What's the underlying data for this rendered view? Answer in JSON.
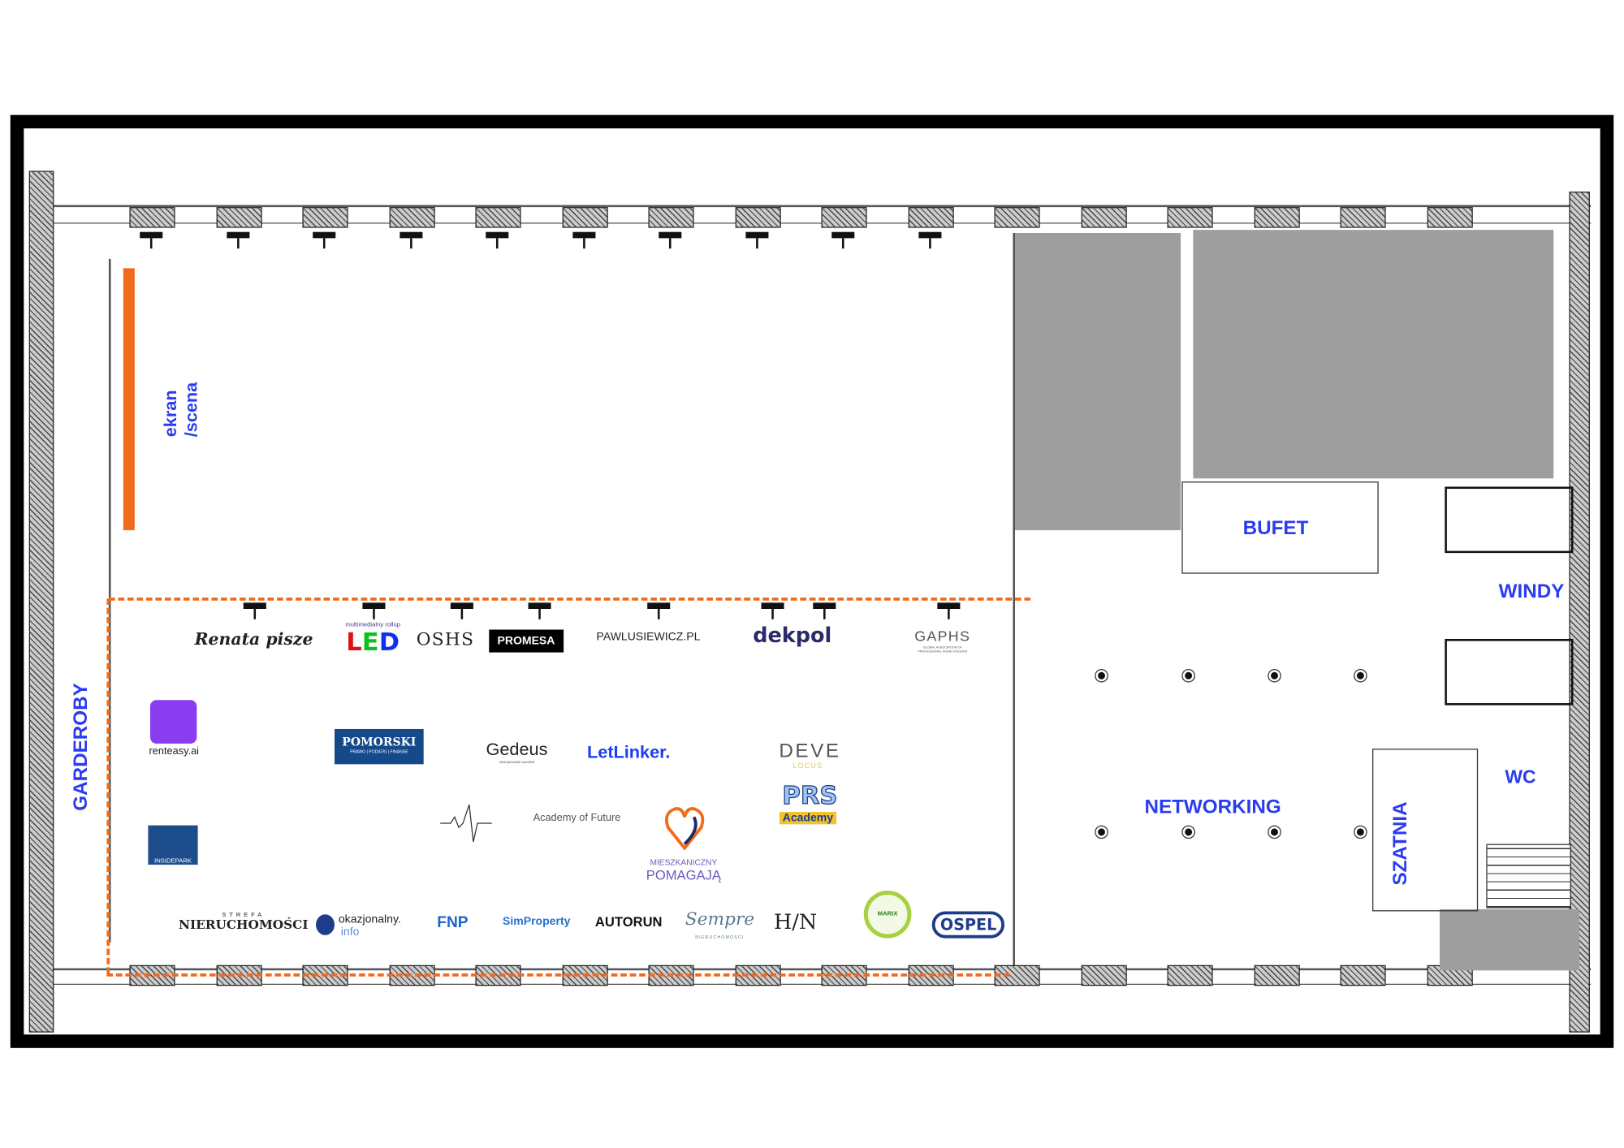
{
  "title": "Floor plan – event hall layout",
  "zones": {
    "stage": "ekran /scena",
    "cloakroom_left": "GARDEROBY",
    "buffet": "BUFET",
    "elevators": "WINDY",
    "wc": "WC",
    "networking": "NETWORKING",
    "cloakroom_right": "SZATNIA"
  },
  "exhibitors": {
    "top_row": [
      {
        "name": "Renata pisze"
      },
      {
        "name": "LED",
        "tagline": "multimedialny rollup"
      },
      {
        "name": "OSHS"
      },
      {
        "name": "PROMESA"
      },
      {
        "name": "PAWLUSIEWICZ.PL"
      },
      {
        "name": "dekpol"
      },
      {
        "name": "GAPHS",
        "tagline": "GLOBAL ASSOCIATION OF PROFESSIONAL HOME STAGERS"
      }
    ],
    "left_wall": [
      {
        "name": "renteasy.ai"
      },
      {
        "name": "INSIDEPARK"
      }
    ],
    "center": [
      {
        "name": "POMORSKI",
        "tagline": "PRAWO | PODATKI | FINANSE"
      },
      {
        "name": "Gedeus",
        "tagline": "ZARZĄDZANIE NAJMEM"
      },
      {
        "name": "LetLinker."
      },
      {
        "name": "DEVE",
        "tagline": "LOCUS"
      },
      {
        "name": "PRS",
        "tagline": "Academy"
      },
      {
        "name": "Academy of Future"
      },
      {
        "name": "MIESZKANICZNY",
        "tagline": "POMAGAJĄ"
      }
    ],
    "bottom_row": [
      {
        "name": "NIERUCHOMOŚCI",
        "tagline": "STREFA"
      },
      {
        "name": "okazjonalny.",
        "tagline": "info"
      },
      {
        "name": "FNP"
      },
      {
        "name": "SimProperty"
      },
      {
        "name": "AUTORUN"
      },
      {
        "name": "Sempre",
        "tagline": "NIERUCHOMOŚCI"
      },
      {
        "name": "H/N"
      },
      {
        "name": "MARIX"
      },
      {
        "name": "OSPEL"
      }
    ]
  },
  "colors": {
    "label": "#2b3cf0",
    "stage": "#f26a1b",
    "route": "#f26a1b",
    "blocked": "#9e9e9e"
  }
}
